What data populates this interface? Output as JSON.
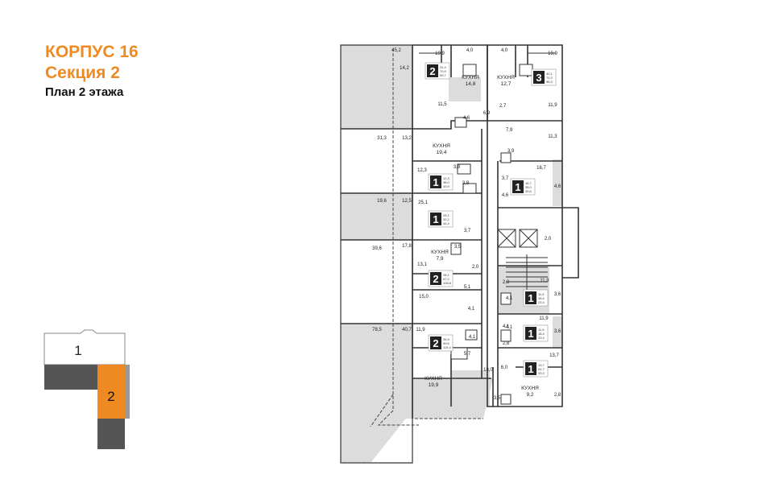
{
  "header": {
    "building": "КОРПУС 16",
    "section": "Секция 2",
    "floor_plan": "План 2 этажа"
  },
  "key_plan": {
    "section_1": "1",
    "section_2": "2"
  },
  "colors": {
    "accent": "#ef8a22",
    "shade": "#dcdcdc",
    "wall": "#333333",
    "dark": "#555555",
    "room_badge": "#222222"
  },
  "room_types": {
    "kitchen": "КУХНЯ"
  },
  "apartments": [
    {
      "id": "apt-top-left",
      "rooms": "2",
      "areas": [
        "31,4",
        "70,9",
        "99,7"
      ]
    },
    {
      "id": "apt-top-right",
      "rooms": "3",
      "areas": [
        "40,1",
        "70,3",
        "96,3"
      ]
    },
    {
      "id": "apt-mid-1",
      "rooms": "1",
      "areas": [
        "12,3",
        "38,0",
        "43,9"
      ]
    },
    {
      "id": "apt-right-1",
      "rooms": "1",
      "areas": [
        "16,7",
        "35,0",
        "39,6"
      ]
    },
    {
      "id": "apt-mid-2",
      "rooms": "1",
      "areas": [
        "25,1",
        "32,2",
        "44,4"
      ]
    },
    {
      "id": "apt-mid-3",
      "rooms": "2",
      "areas": [
        "28,1",
        "67,2",
        "106,6"
      ]
    },
    {
      "id": "apt-right-2",
      "rooms": "1",
      "areas": [
        "11,9",
        "18,4",
        "23,4"
      ]
    },
    {
      "id": "apt-right-3",
      "rooms": "1",
      "areas": [
        "11,9",
        "18,4",
        "23,4"
      ]
    },
    {
      "id": "apt-mid-4",
      "rooms": "2",
      "areas": [
        "26,9",
        "59,6",
        "119,4"
      ]
    },
    {
      "id": "apt-right-4",
      "rooms": "1",
      "areas": [
        "13,7",
        "24,7",
        "33,3"
      ]
    }
  ],
  "kitchens": [
    {
      "id": "k1",
      "area": "14,8"
    },
    {
      "id": "k2",
      "area": "12,7"
    },
    {
      "id": "k3",
      "area": "19,4"
    },
    {
      "id": "k4",
      "area": "7,9"
    },
    {
      "id": "k5",
      "area": "19,9"
    },
    {
      "id": "k6",
      "area": "9,2"
    }
  ],
  "area_labels": [
    "45,2",
    "19,9",
    "4,0",
    "4,0",
    "19,9",
    "14,2",
    "11,5",
    "6,9",
    "2,7",
    "11,9",
    "4,6",
    "7,9",
    "31,3",
    "13,2",
    "3,9",
    "11,3",
    "16,7",
    "3,8",
    "12,3",
    "3,8",
    "3,7",
    "4,6",
    "4,6",
    "19,6",
    "12,5",
    "25,1",
    "3,7",
    "2,0",
    "39,6",
    "17,8",
    "3,5",
    "2,0",
    "13,1",
    "5,1",
    "2,8",
    "11,9",
    "15,0",
    "4,1",
    "4,1",
    "3,6",
    "4,1",
    "11,9",
    "78,5",
    "40,7",
    "11,9",
    "4,1",
    "4,1",
    "2,8",
    "3,6",
    "5,7",
    "13,7",
    "6,0",
    "18,0",
    "2,8",
    "3,5"
  ]
}
